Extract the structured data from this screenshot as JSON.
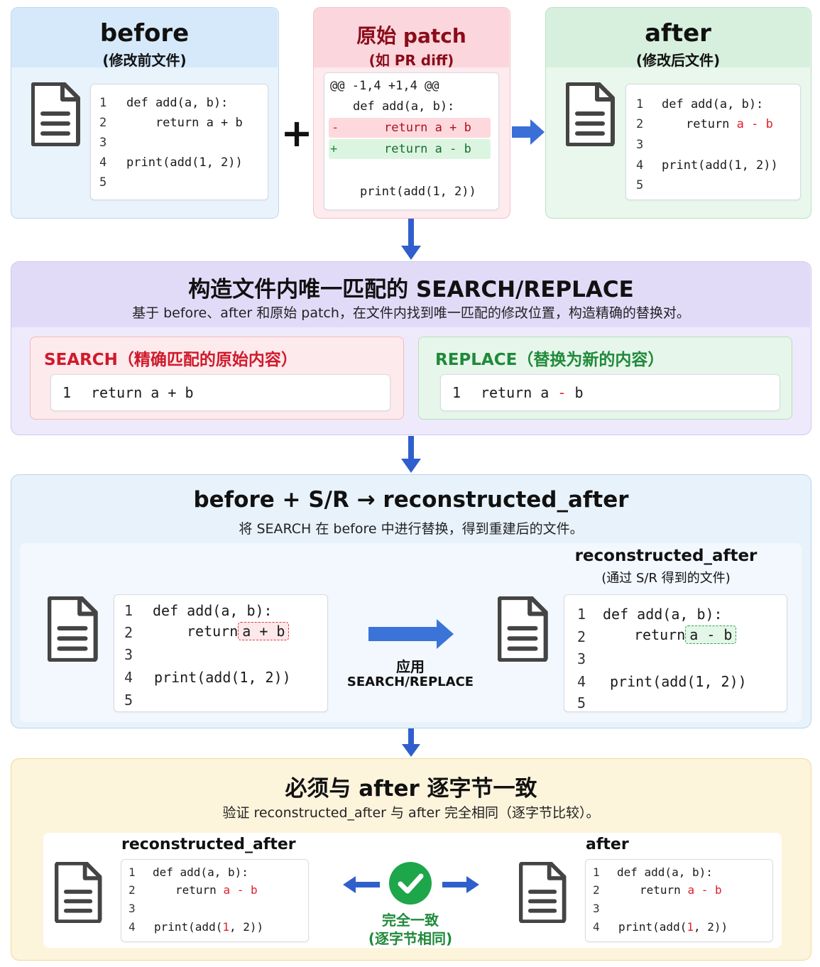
{
  "before": {
    "title": "before",
    "subtitle": "(修改前文件)",
    "code": [
      {
        "n": "1",
        "t": "def add(a, b):"
      },
      {
        "n": "2",
        "t": "    return a + b"
      },
      {
        "n": "3",
        "t": ""
      },
      {
        "n": "4",
        "t": "print(add(1, 2))"
      },
      {
        "n": "5",
        "t": ""
      }
    ]
  },
  "patch": {
    "title": "原始 patch",
    "subtitle": "(如 PR diff)",
    "hunk": "@@ -1,4 +1,4 @@",
    "context1": "def add(a, b):",
    "minus_sign": "-",
    "minus_line": "return a + b",
    "plus_sign": "+",
    "plus_line": "return a - b",
    "context2": "print(add(1, 2))"
  },
  "plus_symbol": "+",
  "after": {
    "title": "after",
    "subtitle": "(修改后文件)",
    "line1": "def add(a, b):",
    "line2_pre": "return ",
    "line2_red": "a - b",
    "line4": "print(add(1, 2))",
    "nums": [
      "1",
      "2",
      "3",
      "4",
      "5"
    ]
  },
  "construct": {
    "title": "构造文件内唯一匹配的 SEARCH/REPLACE",
    "desc": "基于 before、after 和原始 patch，在文件内找到唯一匹配的修改位置，构造精确的替换对。",
    "search_title": "SEARCH（精确匹配的原始内容）",
    "search_num": "1",
    "search_code": "return a + b",
    "replace_title": "REPLACE（替换为新的内容）",
    "replace_num": "1",
    "replace_pre": "return a ",
    "replace_red": "-",
    "replace_post": " b"
  },
  "reconstruct": {
    "title": "before + S/R → reconstructed_after",
    "desc": "将 SEARCH 在 before 中进行替换，得到重建后的文件。",
    "left_line1": "def add(a, b):",
    "left_line2_pre": "return",
    "left_line2_hl": "a + b",
    "left_line4": "print(add(1, 2))",
    "nums": [
      "1",
      "2",
      "3",
      "4",
      "5"
    ],
    "apply_label_1": "应用",
    "apply_label_2": "SEARCH/REPLACE",
    "right_title": "reconstructed_after",
    "right_subtitle": "(通过 S/R 得到的文件)",
    "right_line1": "def add(a, b):",
    "right_line2_pre": "return",
    "right_line2_hl": "a - b",
    "right_line4": "print(add(1, 2))"
  },
  "verify": {
    "title": "必须与 after 逐字节一致",
    "desc": "验证 reconstructed_after 与 after 完全相同（逐字节比较）。",
    "left_title": "reconstructed_after",
    "right_title": "after",
    "line1": "def add(a, b):",
    "line2_pre": "return ",
    "line2_red": "a - b",
    "line4_pre": "print(add(",
    "line4_red": "1",
    "line4_post": ", 2))",
    "nums": [
      "1",
      "2",
      "3",
      "4"
    ],
    "match_label_1": "完全一致",
    "match_label_2": "(逐字节相同)"
  },
  "colors": {
    "blue_panel": "#eaf4fd",
    "red_panel": "#fde9ec",
    "green_panel": "#e8f7ec",
    "purple_panel": "#eeeafb",
    "yellow_panel": "#fdf5df",
    "arrow_blue": "#3b6fd8",
    "check_green": "#1ea64b"
  }
}
